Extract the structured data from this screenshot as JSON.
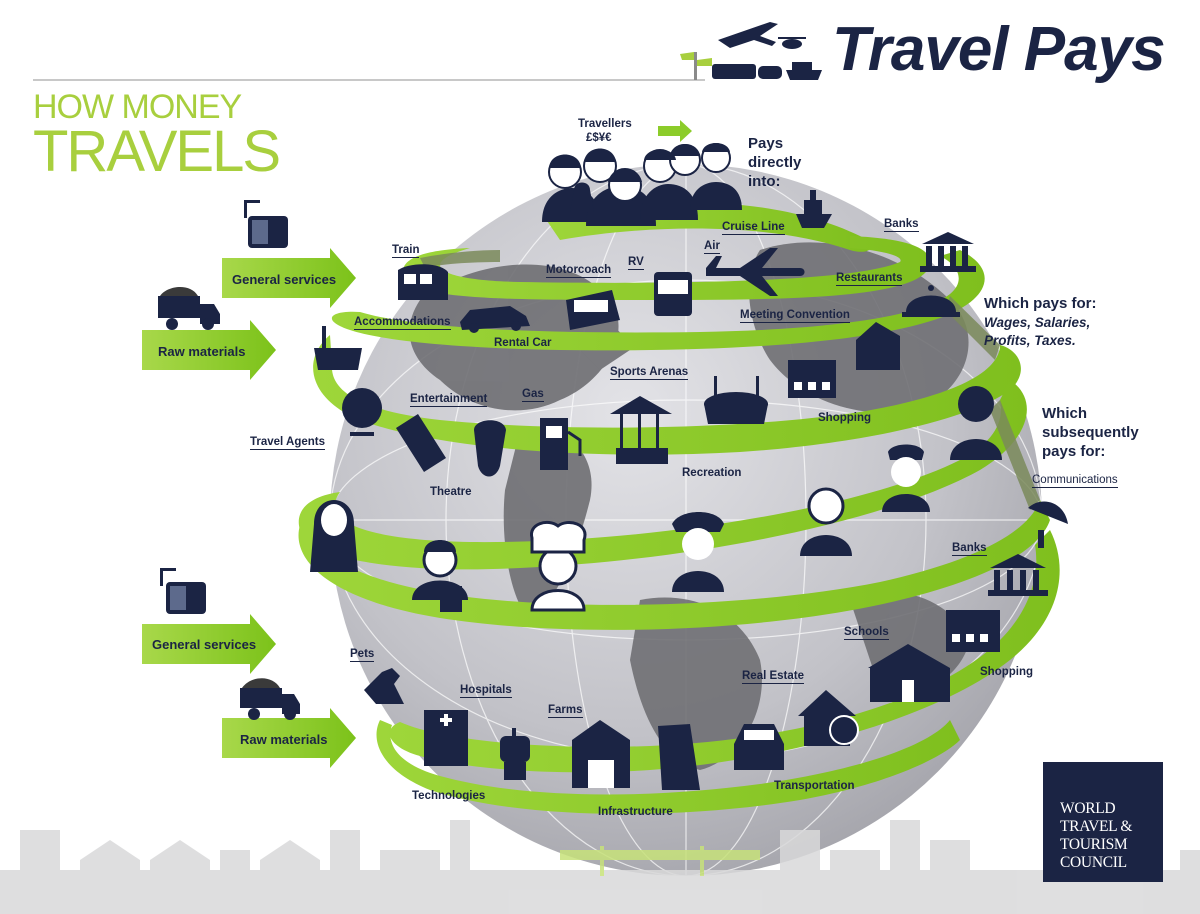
{
  "header": {
    "title": "Travel Pays",
    "subtitle_line1": "HOW MONEY",
    "subtitle_line2": "TRAVELS"
  },
  "travellers": {
    "label": "Travellers",
    "currency": "£$¥€"
  },
  "stages": {
    "pays_directly": "Pays directly into:",
    "which_pays_for": "Which pays for:",
    "which_pays_for_detail": "Wages, Salaries, Profits, Taxes.",
    "subsequently": "Which subsequently pays for:"
  },
  "direct_spend": [
    "Cruise Line",
    "Train",
    "Air",
    "RV",
    "Motorcoach",
    "Rental Car",
    "Accommodations",
    "Banks",
    "Restaurants",
    "Meeting Convention",
    "Sports Arenas",
    "Gas",
    "Entertainment",
    "Travel Agents",
    "Theatre",
    "Recreation",
    "Shopping"
  ],
  "indirect_spend": [
    "Communications",
    "Banks",
    "Schools",
    "Shopping",
    "Real Estate",
    "Transportation",
    "Infrastructure",
    "Farms",
    "Hospitals",
    "Technologies",
    "Pets"
  ],
  "inputs": {
    "top": [
      "General services",
      "Raw materials"
    ],
    "bottom": [
      "General services",
      "Raw materials"
    ]
  },
  "logo": {
    "text": "WORLD TRAVEL & TOURISM COUNCIL"
  },
  "colors": {
    "navy": "#1b2444",
    "green": "#8ccc2a",
    "globe": "#b7b7bd",
    "land": "#6f6f73",
    "light_green": "#a8cf3e"
  }
}
